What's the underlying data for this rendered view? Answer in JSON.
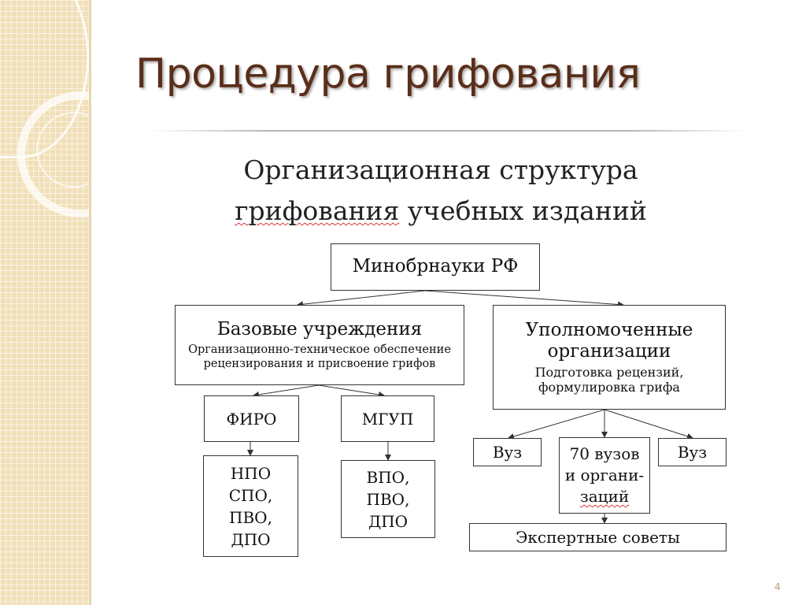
{
  "slide": {
    "title": "Процедура грифования",
    "number": "4"
  },
  "diagram": {
    "heading_line1": "Организационная структура",
    "heading_line2_part1": "грифования",
    "heading_line2_part2": " учебных изданий",
    "root": "Минобрнауки РФ",
    "base_title": "Базовые учреждения",
    "base_desc_line1": "Организационно-техническое обеспечение",
    "base_desc_line2": "рецензирования и присвоение грифов",
    "auth_title_line1": "Уполномоченные",
    "auth_title_line2": "организации",
    "auth_desc_line1": "Подготовка рецензий,",
    "auth_desc_line2": "формулировка грифа",
    "firo": "ФИРО",
    "mgup": "МГУП",
    "firo_list": [
      "НПО",
      "СПО,",
      "ПВО,",
      "ДПО"
    ],
    "mgup_list": [
      "ВПО,",
      "ПВО,",
      "ДПО"
    ],
    "vuz_left": "Вуз",
    "vuz_right": "Вуз",
    "center_line1": "70 вузов",
    "center_line2": "и органи-",
    "center_line3": "заций",
    "expert": "Экспертные советы"
  }
}
